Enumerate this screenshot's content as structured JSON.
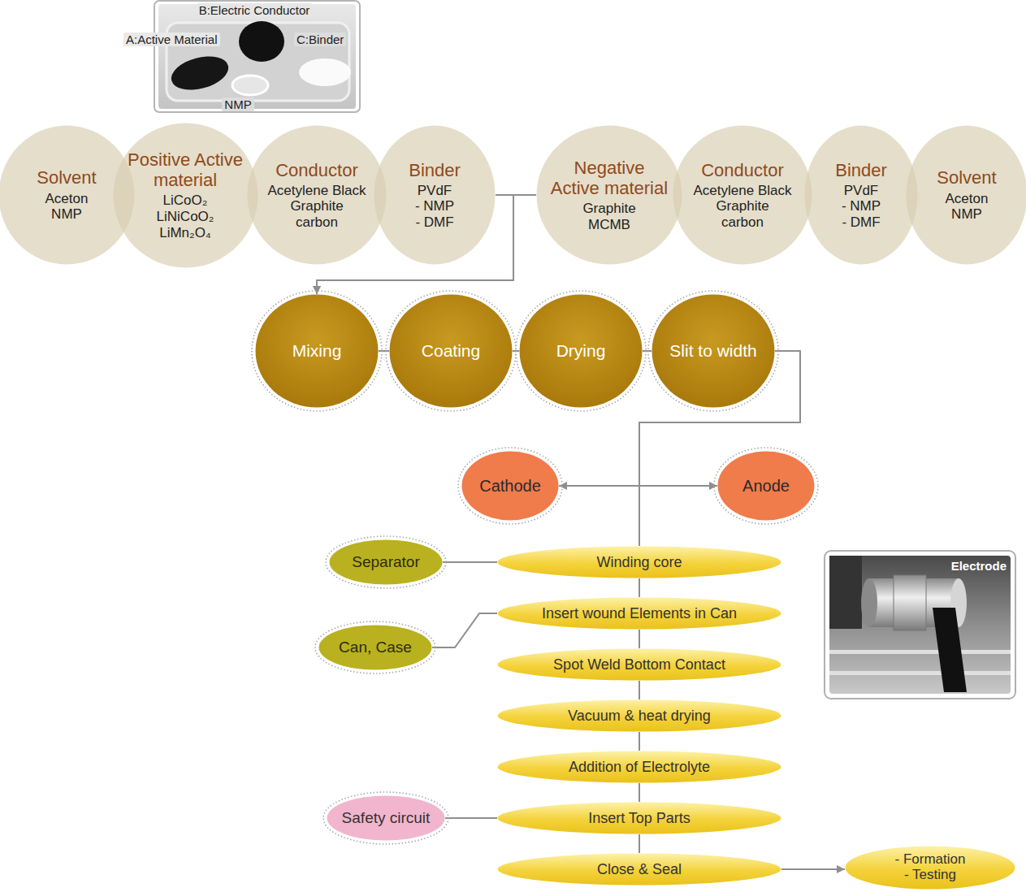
{
  "diagram": {
    "nodes": [
      {
        "text": [
          "Solvent",
          "Aceton",
          "NMP"
        ]
      },
      {
        "text": [
          "Positive Active material",
          "LiCoO₂",
          "LiNiCoO₂",
          "LiMn₂O₄"
        ]
      },
      {
        "text": [
          "Conductor",
          "Acetylene Black",
          "Graphite",
          "carbon"
        ]
      },
      {
        "text": [
          "Binder",
          "PVdF",
          "- NMP",
          "- DMF"
        ]
      },
      {
        "text": [
          "Negative Active material",
          "Graphite",
          "MCMB"
        ]
      },
      {
        "text": [
          "Conductor",
          "Acetylene Black",
          "Graphite",
          "carbon"
        ]
      },
      {
        "text": [
          "Binder",
          "PVdF",
          "- NMP",
          "- DMF"
        ]
      },
      {
        "text": [
          "Solvent",
          "Aceton",
          "NMP"
        ]
      },
      {
        "text": [
          "Mixing"
        ]
      },
      {
        "text": [
          "Coating"
        ]
      },
      {
        "text": [
          "Drying"
        ]
      },
      {
        "text": [
          "Slit to width"
        ]
      },
      {
        "text": [
          "Cathode"
        ]
      },
      {
        "text": [
          "Anode"
        ]
      },
      {
        "text": [
          "Separator"
        ]
      },
      {
        "text": [
          "Winding core"
        ]
      },
      {
        "text": [
          "Can, Case"
        ]
      },
      {
        "text": [
          "Insert wound Elements in Can"
        ]
      },
      {
        "text": [
          "Spot Weld Bottom Contact"
        ]
      },
      {
        "text": [
          "Vacuum & heat drying"
        ]
      },
      {
        "text": [
          "Addition of Electrolyte"
        ]
      },
      {
        "text": [
          "Safety circuit"
        ]
      },
      {
        "text": [
          "Insert Top Parts"
        ]
      },
      {
        "text": [
          "Close & Seal"
        ]
      },
      {
        "text": [
          "- Formation",
          "- Testing"
        ]
      }
    ],
    "edges": [
      {
        "from": 3,
        "to": 8,
        "arrow": "to"
      },
      {
        "from": 4,
        "to": 8,
        "arrow": "to"
      },
      {
        "from": 8,
        "to": 9,
        "arrow": "none"
      },
      {
        "from": 9,
        "to": 10,
        "arrow": "none"
      },
      {
        "from": 10,
        "to": 11,
        "arrow": "none"
      },
      {
        "from": 11,
        "to": 12,
        "arrow": "to"
      },
      {
        "from": 11,
        "to": 13,
        "arrow": "to"
      },
      {
        "from": 12,
        "to": 15,
        "arrow": "none"
      },
      {
        "from": 13,
        "to": 15,
        "arrow": "none"
      },
      {
        "from": 14,
        "to": 15,
        "arrow": "none"
      },
      {
        "from": 15,
        "to": 17,
        "arrow": "none"
      },
      {
        "from": 16,
        "to": 17,
        "arrow": "none"
      },
      {
        "from": 17,
        "to": 18,
        "arrow": "none"
      },
      {
        "from": 18,
        "to": 19,
        "arrow": "none"
      },
      {
        "from": 19,
        "to": 20,
        "arrow": "none"
      },
      {
        "from": 20,
        "to": 22,
        "arrow": "none"
      },
      {
        "from": 21,
        "to": 22,
        "arrow": "none"
      },
      {
        "from": 22,
        "to": 23,
        "arrow": "none"
      },
      {
        "from": 23,
        "to": 24,
        "arrow": "to"
      }
    ],
    "labels": [
      "B:Electric Conductor",
      "A:Active Material",
      "C:Binder",
      "NMP",
      "Electrode"
    ]
  }
}
